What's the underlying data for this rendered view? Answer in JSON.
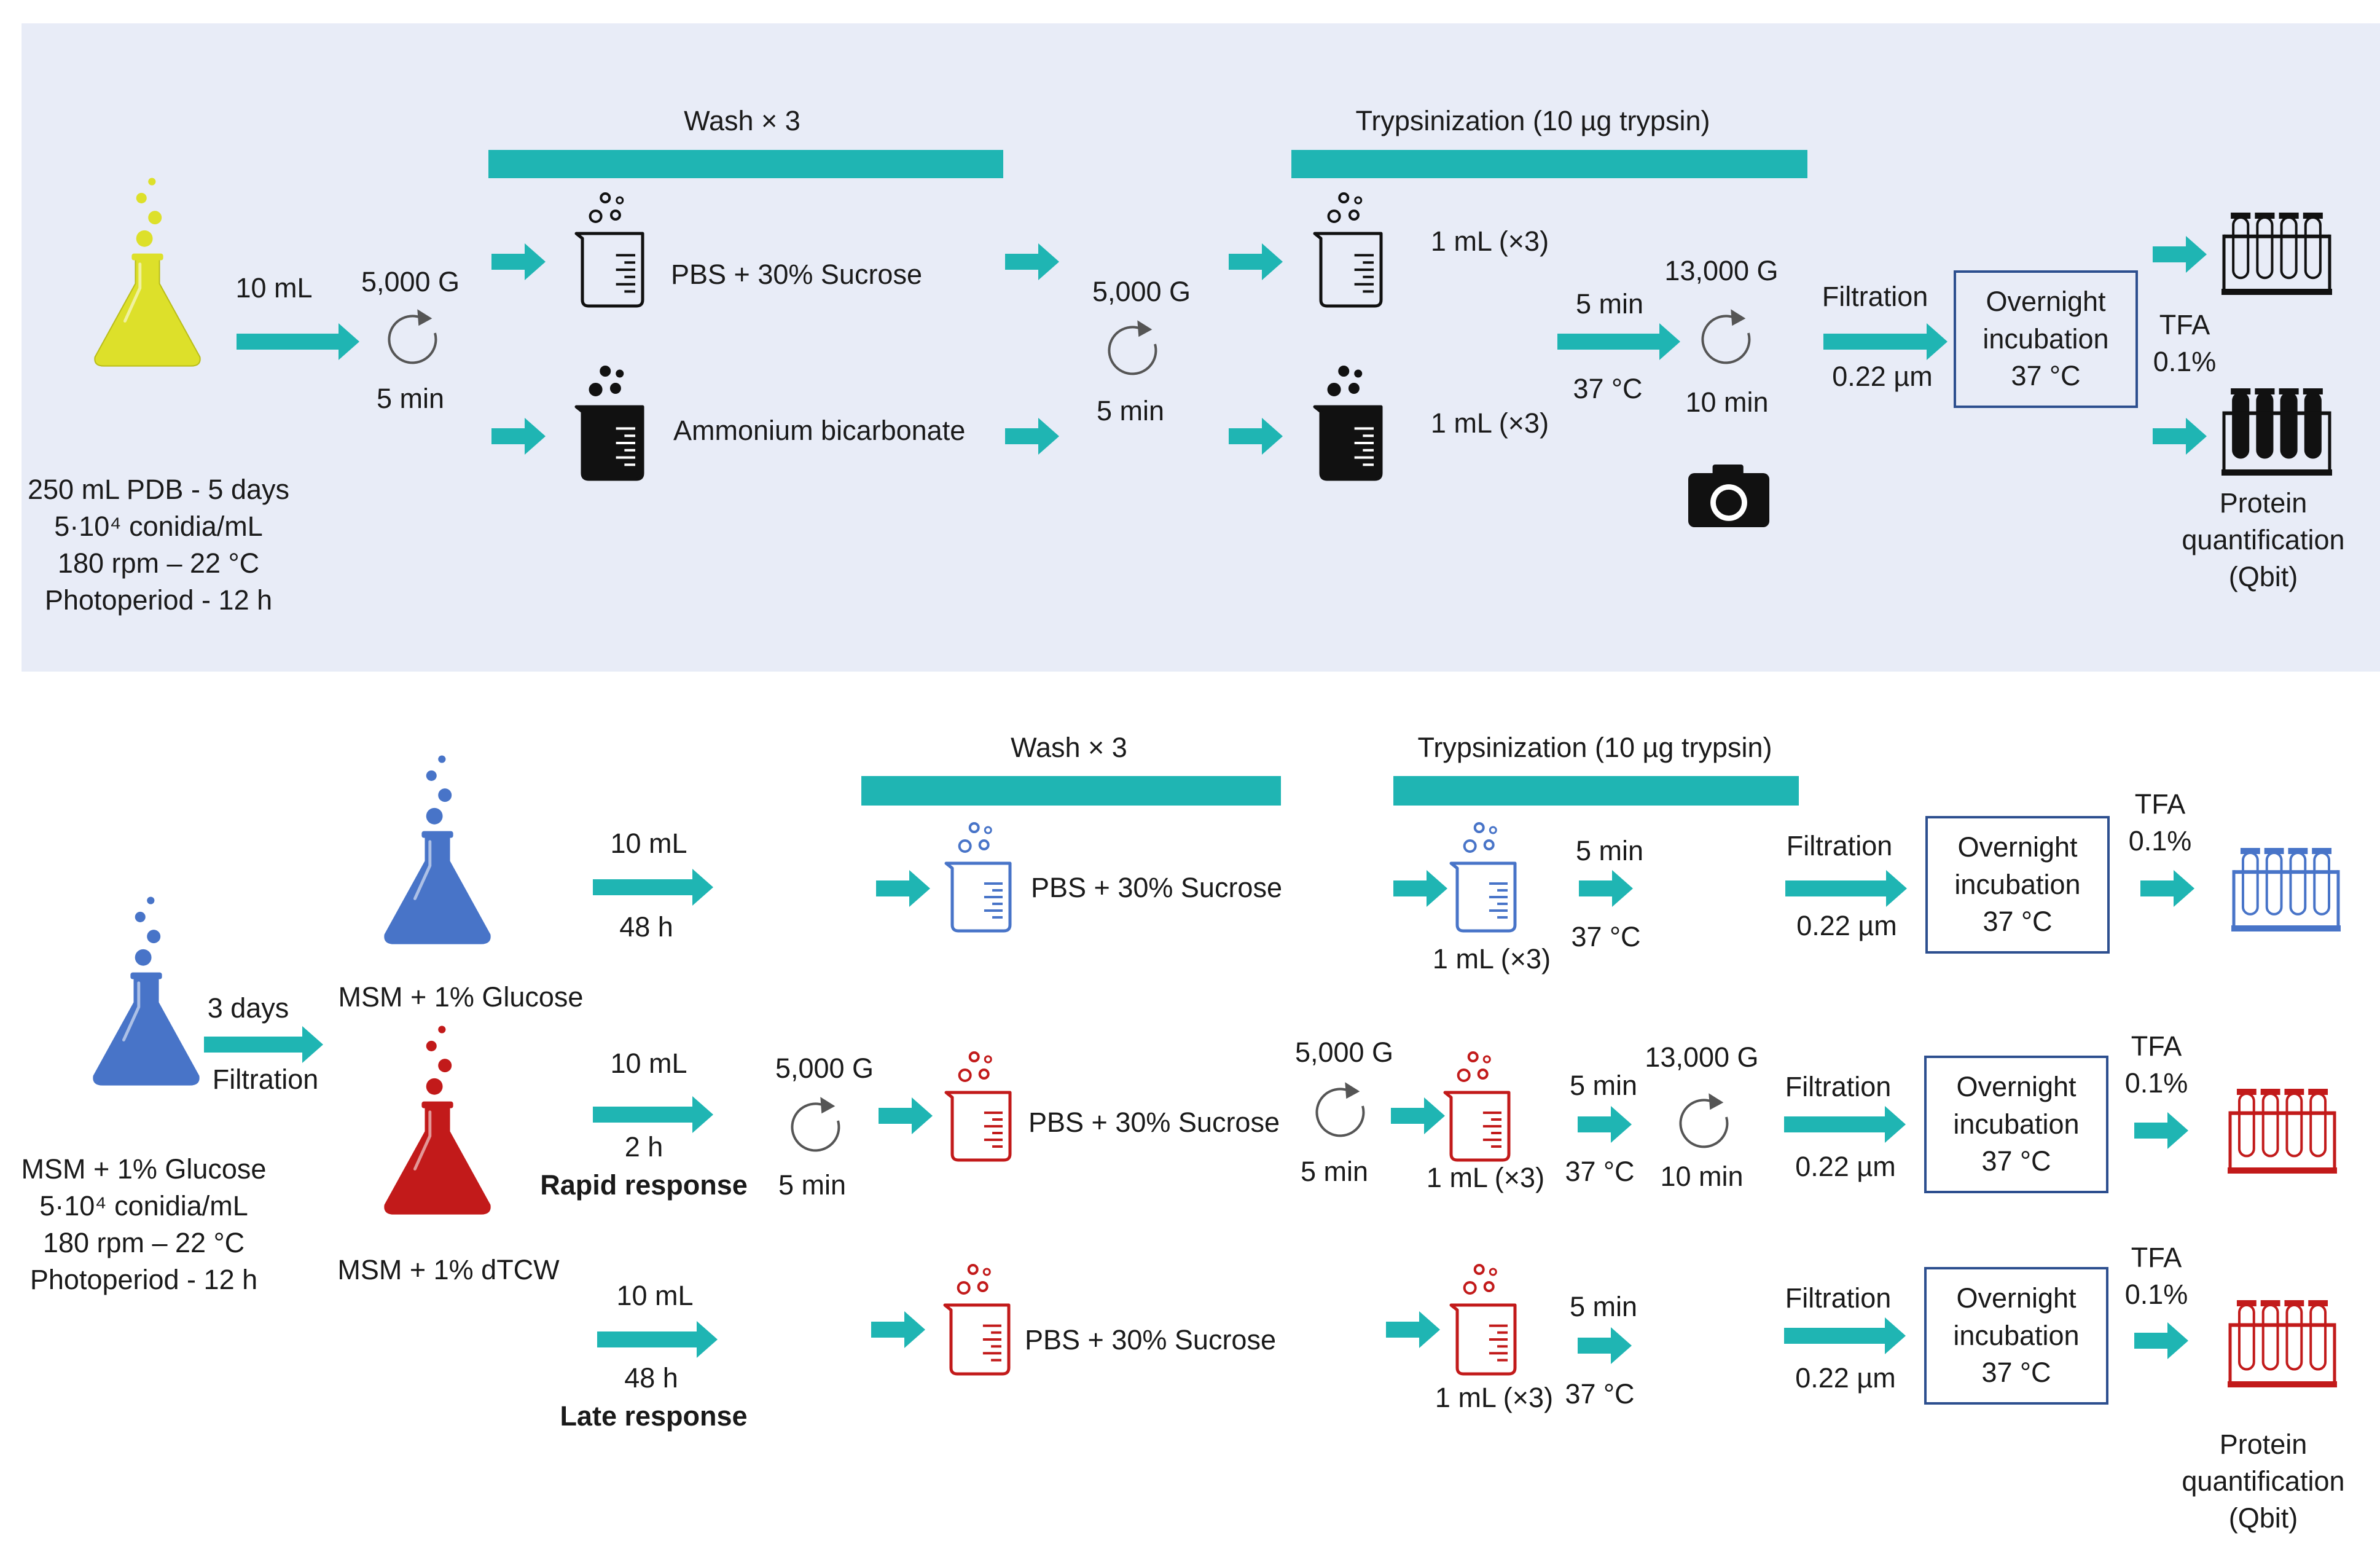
{
  "colors": {
    "teal": "#1fb5b3",
    "yellow": "#dde02a",
    "blue": "#4874c8",
    "red": "#c21a1a",
    "black": "#111111",
    "panel": "#e8ecf7",
    "box_border": "#2d4f8f"
  },
  "icons": [
    "flask-icon",
    "beaker-icon",
    "centrifuge-icon",
    "tube-rack-icon",
    "camera-icon"
  ],
  "top": {
    "wash_title": "Wash × 3",
    "tryp_title": "Trypsinization (10 µg trypsin)",
    "culture": [
      "250 mL PDB - 5 days",
      "5·10⁴ conidia/mL",
      "180 rpm – 22 °C",
      "Photoperiod - 12 h"
    ],
    "vol": "10 mL",
    "spin1": [
      "5,000 G",
      "5 min"
    ],
    "pbs": "PBS + 30% Sucrose",
    "ammonium": "Ammonium bicarbonate",
    "spin2": [
      "5,000 G",
      "5 min"
    ],
    "ml1": "1 mL (×3)",
    "ml2": "1 mL (×3)",
    "incub": [
      "5 min",
      "37 °C"
    ],
    "spin3": [
      "13,000 G",
      "10 min"
    ],
    "filtration": [
      "Filtration",
      "0.22 µm"
    ],
    "box": [
      "Overnight",
      "incubation",
      "37 °C"
    ],
    "tfa": [
      "TFA",
      "0.1%"
    ],
    "protein": [
      "Protein",
      "quantification",
      "(Qbit)"
    ]
  },
  "bottom": {
    "wash_title": "Wash × 3",
    "tryp_title": "Trypsinization (10 µg trypsin)",
    "culture": [
      "MSM + 1% Glucose",
      "5·10⁴ conidia/mL",
      "180 rpm – 22 °C",
      "Photoperiod - 12 h"
    ],
    "transfer": [
      "3 days",
      "Filtration"
    ],
    "glucose": "MSM + 1% Glucose",
    "dtcw": "MSM + 1% dTCW",
    "row1": {
      "vol": "10 mL",
      "time": "48 h",
      "pbs": "PBS + 30% Sucrose",
      "incub": [
        "5 min",
        "37 °C"
      ],
      "ml": "1 mL (×3)",
      "filtration": [
        "Filtration",
        "0.22 µm"
      ],
      "box": [
        "Overnight",
        "incubation",
        "37 °C"
      ],
      "tfa": [
        "TFA",
        "0.1%"
      ]
    },
    "row2": {
      "vol": "10 mL",
      "time": "2 h",
      "label": "Rapid response",
      "spin1": [
        "5,000 G",
        "5 min"
      ],
      "pbs": "PBS + 30% Sucrose",
      "spin2": [
        "5,000 G",
        "5 min"
      ],
      "ml": "1 mL (×3)",
      "incub": [
        "5 min",
        "37 °C"
      ],
      "spin3": [
        "13,000 G",
        "10 min"
      ],
      "filtration": [
        "Filtration",
        "0.22 µm"
      ],
      "box": [
        "Overnight",
        "incubation",
        "37 °C"
      ],
      "tfa": [
        "TFA",
        "0.1%"
      ]
    },
    "row3": {
      "vol": "10 mL",
      "time": "48 h",
      "label": "Late response",
      "pbs": "PBS + 30% Sucrose",
      "ml": "1 mL (×3)",
      "incub": [
        "5 min",
        "37 °C"
      ],
      "filtration": [
        "Filtration",
        "0.22 µm"
      ],
      "box": [
        "Overnight",
        "incubation",
        "37 °C"
      ],
      "tfa": [
        "TFA",
        "0.1%"
      ]
    },
    "protein": [
      "Protein",
      "quantification",
      "(Qbit)"
    ]
  }
}
